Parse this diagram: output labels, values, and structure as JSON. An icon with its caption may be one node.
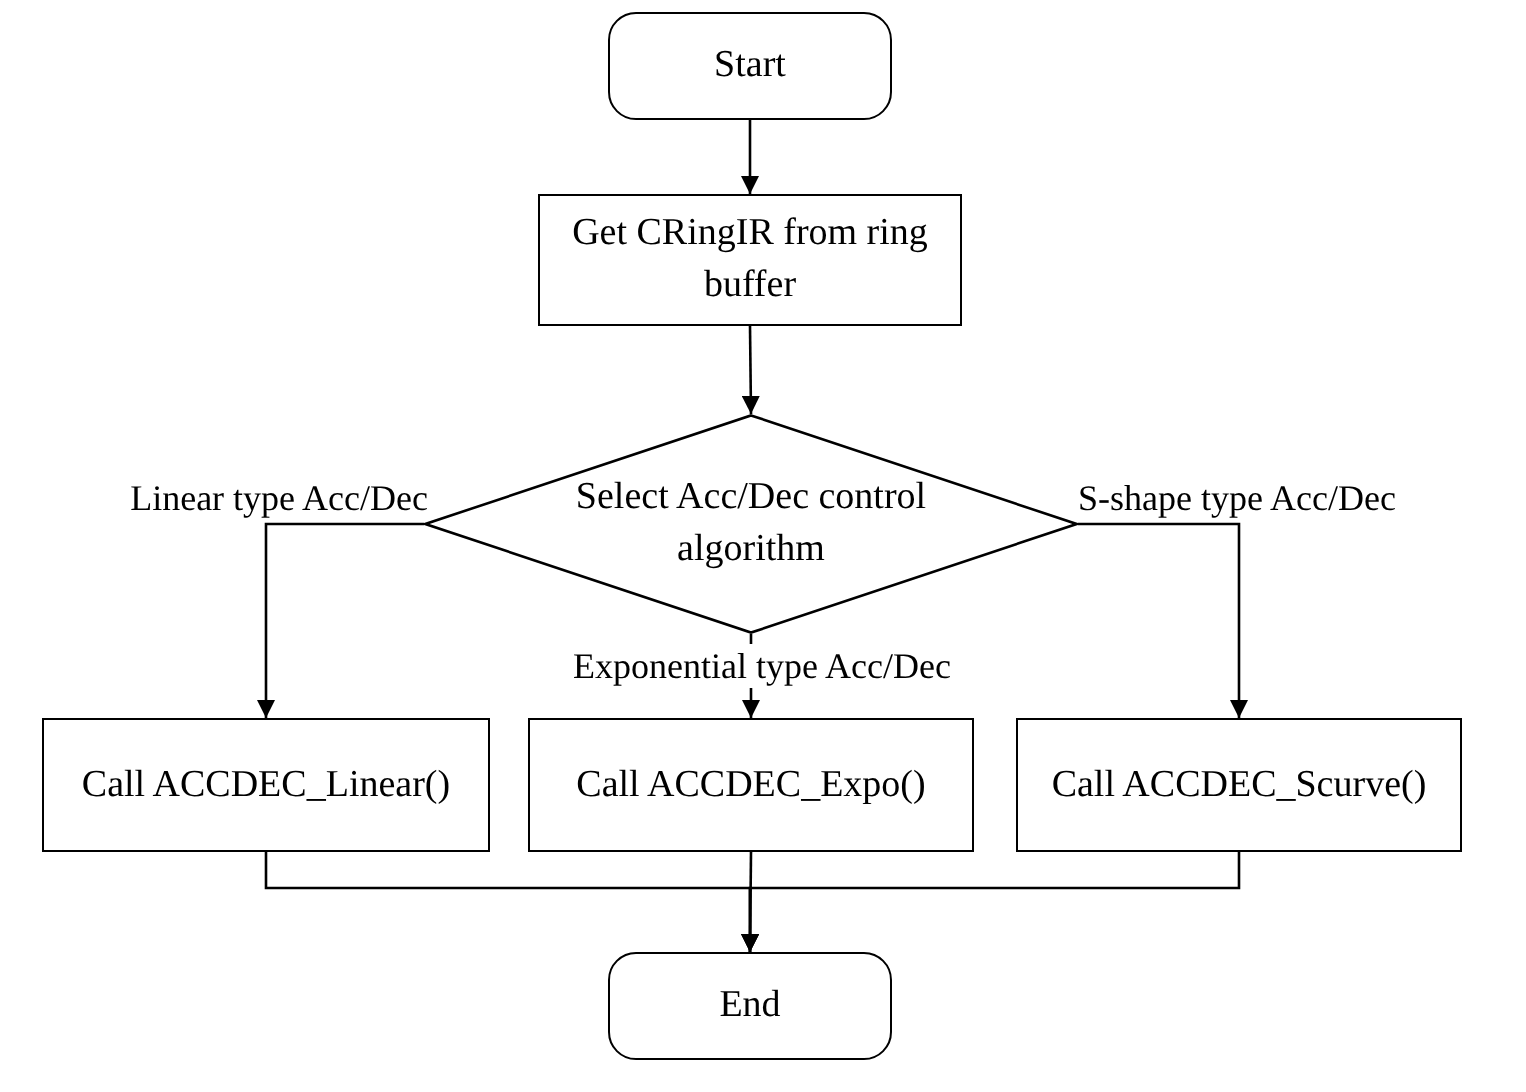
{
  "diagram": {
    "nodes": [
      {
        "text": [
          "Start"
        ]
      },
      {
        "text": [
          "Get CRingIR from ring buffer"
        ]
      },
      {
        "text": [
          "Select Acc/Dec control algorithm"
        ]
      },
      {
        "text": [
          "Call ACCDEC_Linear()"
        ]
      },
      {
        "text": [
          "Call ACCDEC_Expo()"
        ]
      },
      {
        "text": [
          "Call ACCDEC_Scurve()"
        ]
      },
      {
        "text": [
          "End"
        ]
      }
    ],
    "edges": [
      {
        "from": 0,
        "to": 1,
        "arrow": "to"
      },
      {
        "from": 1,
        "to": 2,
        "arrow": "to"
      },
      {
        "from": 2,
        "to": 3,
        "arrow": "to",
        "label": "Linear type Acc/Dec"
      },
      {
        "from": 2,
        "to": 4,
        "arrow": "to",
        "label": "Exponential type Acc/Dec"
      },
      {
        "from": 2,
        "to": 5,
        "arrow": "to",
        "label": "S-shape type Acc/Dec"
      },
      {
        "from": 3,
        "to": 6,
        "arrow": "to"
      },
      {
        "from": 4,
        "to": 6,
        "arrow": "to"
      },
      {
        "from": 5,
        "to": 6,
        "arrow": "to"
      }
    ]
  }
}
